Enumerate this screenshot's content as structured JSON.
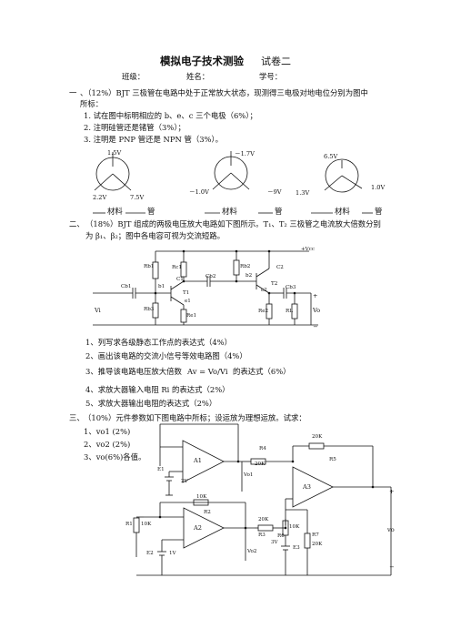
{
  "header": {
    "title": "模拟电子技术测验",
    "title_suffix": "试卷二",
    "class_label": "班级：",
    "name_label": "姓名：",
    "id_label": "学号："
  },
  "q1": {
    "number": "一",
    "text_line1": "、（12%）BJT 三极管在电路中处于正常放大状态，现测得三电极对地电位分别为图中",
    "text_line2": "所标：",
    "items": [
      "1.   试在图中标明相应的 b、e、c 三个电极（6%）；",
      "2.   注明硅管还是锗管（3%）；",
      "3.   注明是 PNP 管还是 NPN 管（3%）。"
    ],
    "t1": {
      "top": "1.5V",
      "left": "2.2V",
      "right": "7.5V"
    },
    "t2": {
      "top": "－1.7V",
      "left": "－1.0V",
      "right": "－9V"
    },
    "t3": {
      "top": "6.5V",
      "left": "1.3V",
      "right": "1.0V"
    },
    "answer_labels": [
      "材料",
      "管",
      "材料",
      "管",
      "材料",
      "管"
    ]
  },
  "q2": {
    "number": "二、",
    "text_line1": "（18%）BJT 组成的两极电压放大电路如下图所示。T₁、T₂ 三极管之电流放大倍数分别",
    "text_line2": "为  β₁、β₂；图中各电容可视为交流短路。",
    "circuit_labels": {
      "vcc": "+Vcc",
      "rb1": "Rb1",
      "rc1": "Rc1",
      "rb2": "Rb2",
      "c2": "C2",
      "c1": "C1",
      "cb1": "Cb1",
      "cb2": "Cb2",
      "b1": "b1",
      "c1_node": "c1",
      "b2": "b2",
      "c2_node": "c2",
      "e2": "e2",
      "t1": "T1",
      "t2": "T2",
      "e1": "e1",
      "cb3": "Cb3",
      "rb3": "Rb3",
      "re1": "Re1",
      "re2": "Re2",
      "rl": "RL",
      "vi": "Vi",
      "vo": "Vo",
      "plus": "+",
      "minus": "−"
    },
    "items": [
      "1、列写求各级静态工作点的表达式（4%）",
      "2、画出该电路的交流小信号等效电路图（4%）",
      "3、推导该电路电压放大倍数",
      "的表达式（6%）",
      "4、求放大器输入电阻 Ri 的表达式（2%）",
      "5、求放大器输出电阻的表达式（2%）"
    ],
    "gain_expr": "Av = Vo/Vi"
  },
  "q3": {
    "number": "三、",
    "text": "（10%）元件参数如下图电路中所标；设运放为理想运放。试求：",
    "items": [
      "1、vo1 (2%)",
      "2、vo2 (2%)",
      "3、vo(6%)各值。"
    ],
    "circuit_labels": {
      "a1": "A1",
      "a2": "A2",
      "a3": "A3",
      "e1": "E1",
      "e2": "E2",
      "e1_val": "2V",
      "e2_val": "1V",
      "e3": "E3",
      "e3_val": "3V",
      "r4": "R4",
      "r4_val": "20K",
      "r5_val": "20K",
      "r5": "R5",
      "r2_val": "10K",
      "r2": "R2",
      "r1": "R1",
      "r1_val": "10K",
      "r3_val": "20K",
      "r3": "R3",
      "r6_val": "10K",
      "r6": "R6",
      "r7": "R7",
      "r7_val": "20K",
      "vo1": "Vo1",
      "vo2": "Vo2",
      "vo": "vo",
      "plus": "+",
      "minus": "−"
    }
  }
}
